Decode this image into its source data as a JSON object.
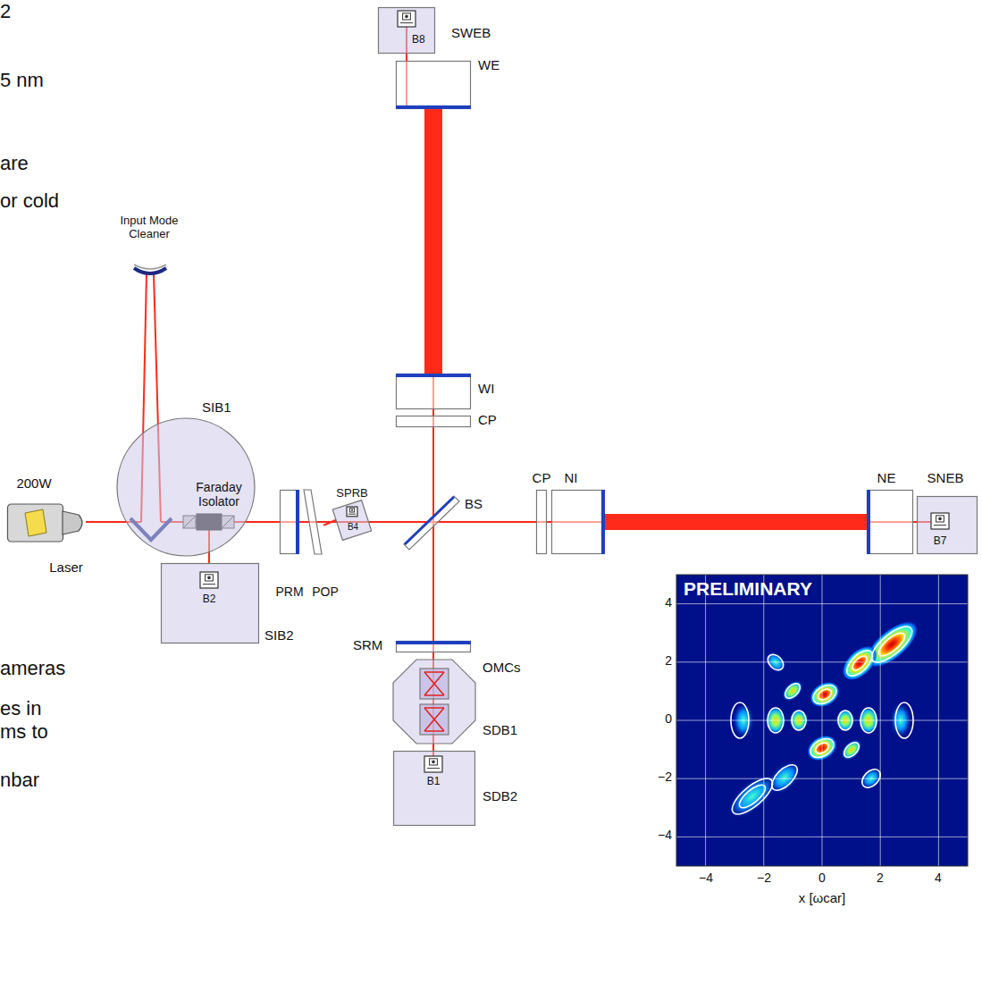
{
  "diagram": {
    "nodes": [
      {
        "text": [
          "SWEB",
          "B8"
        ]
      },
      {
        "text": [
          "WE"
        ]
      },
      {
        "text": [
          "SIB1",
          "Faraday Isolator"
        ]
      },
      {
        "text": [
          "WI"
        ]
      },
      {
        "text": [
          "CP"
        ]
      },
      {
        "text": [
          "SPRB",
          "B4"
        ]
      },
      {
        "text": [
          "200W",
          "Laser"
        ]
      },
      {
        "text": [
          "PRM"
        ]
      },
      {
        "text": [
          "POP"
        ]
      },
      {
        "text": [
          "BS"
        ]
      },
      {
        "text": [
          "CP"
        ]
      },
      {
        "text": [
          "NI"
        ]
      },
      {
        "text": [
          "NE"
        ]
      },
      {
        "text": [
          "SNEB",
          "B7"
        ]
      },
      {
        "text": [
          "SIB2",
          "B2"
        ]
      },
      {
        "text": [
          "SRM"
        ]
      },
      {
        "text": [
          "OMCs",
          "SDB1"
        ]
      },
      {
        "text": [
          "SDB2",
          "B1"
        ]
      }
    ],
    "edges": [
      {
        "from": 6,
        "to": 2,
        "arrow": "none"
      },
      {
        "from": 2,
        "to": 7,
        "arrow": "none"
      },
      {
        "from": 2,
        "to": 14,
        "arrow": "none"
      },
      {
        "from": 7,
        "to": 8,
        "arrow": "none"
      },
      {
        "from": 8,
        "to": 9,
        "arrow": "none"
      },
      {
        "from": 8,
        "to": 5,
        "arrow": "none"
      },
      {
        "from": 9,
        "to": 10,
        "arrow": "none"
      },
      {
        "from": 10,
        "to": 11,
        "arrow": "none"
      },
      {
        "from": 11,
        "to": 12,
        "arrow": "none"
      },
      {
        "from": 12,
        "to": 13,
        "arrow": "none"
      },
      {
        "from": 9,
        "to": 4,
        "arrow": "none"
      },
      {
        "from": 4,
        "to": 3,
        "arrow": "none"
      },
      {
        "from": 3,
        "to": 1,
        "arrow": "none"
      },
      {
        "from": 1,
        "to": 0,
        "arrow": "none"
      },
      {
        "from": 9,
        "to": 15,
        "arrow": "none"
      },
      {
        "from": 15,
        "to": 16,
        "arrow": "none"
      },
      {
        "from": 16,
        "to": 17,
        "arrow": "none"
      }
    ],
    "labels": [
      "2",
      "5 nm",
      "are",
      "or cold",
      "ameras",
      "es in",
      "ms to",
      "nbar",
      "Input Mode Cleaner",
      "PRELIMINARY",
      "4",
      "2",
      "0",
      "−2",
      "−4",
      "−4",
      "−2",
      "0",
      "2",
      "4",
      "x [ωcar]"
    ]
  }
}
